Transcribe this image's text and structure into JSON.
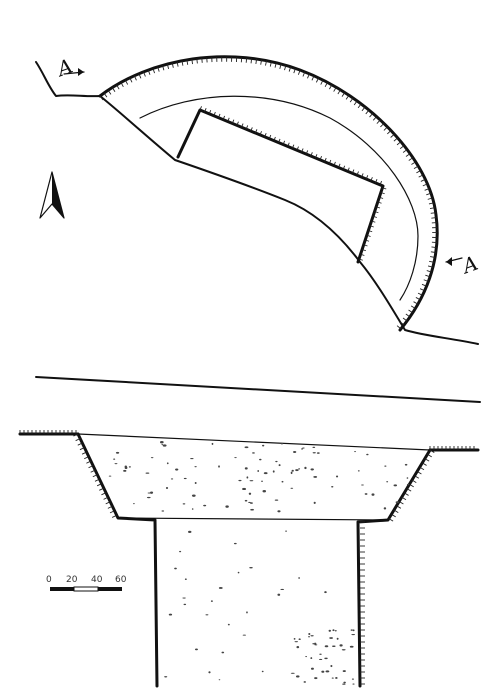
{
  "scale_bar": {
    "labels": [
      "0",
      "20",
      "40",
      "60"
    ]
  },
  "section_markers": {
    "left": "A",
    "right": "A"
  },
  "north_arrow": {
    "icon": "north-arrow-icon"
  }
}
